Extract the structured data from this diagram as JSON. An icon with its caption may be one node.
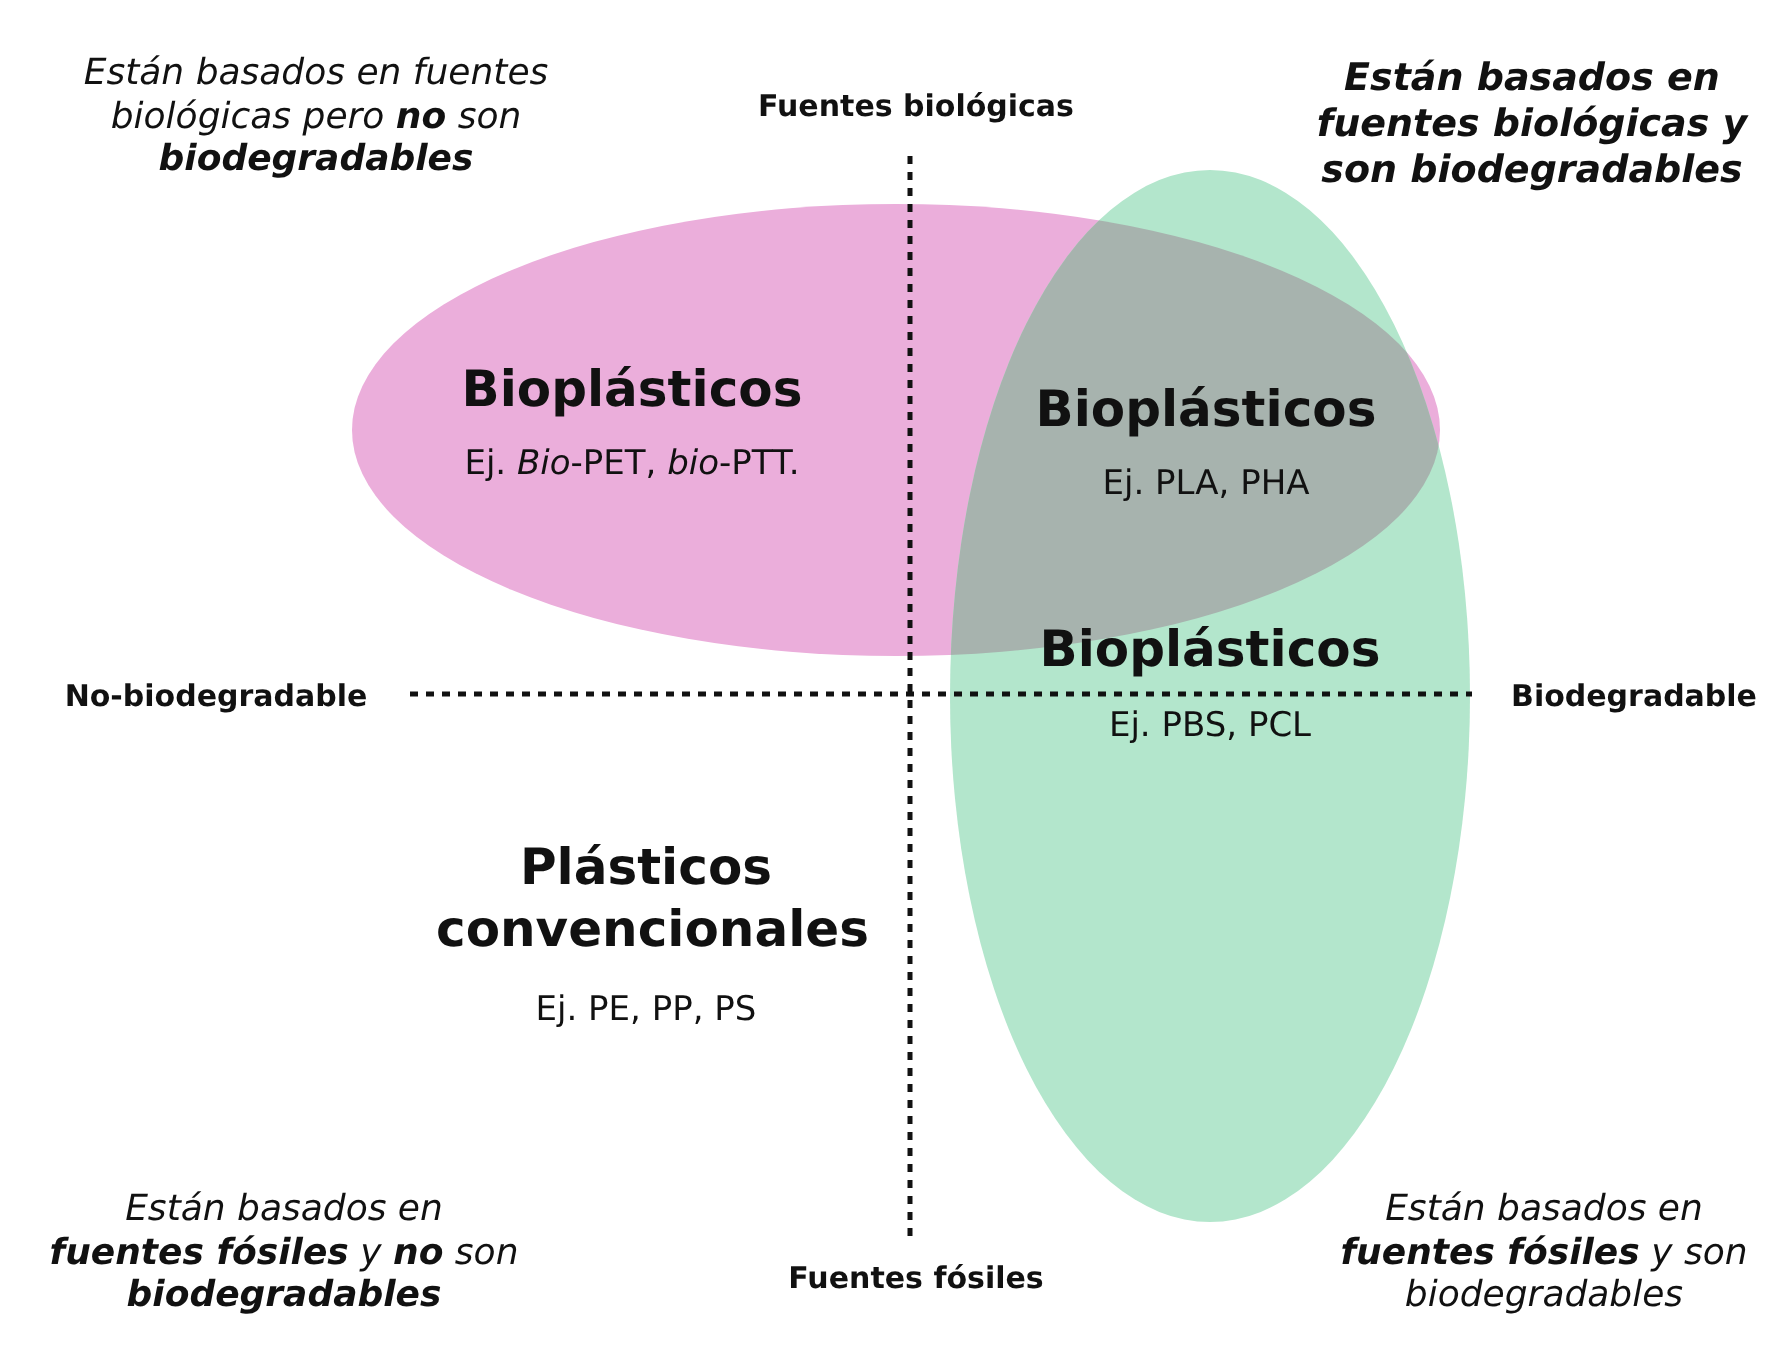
{
  "diagram": {
    "nodes": [
      {
        "text": [
          "Bioplásticos",
          "Ej. *Bio*-PET, *bio*-PTT."
        ]
      },
      {
        "text": [
          "Bioplásticos",
          "Ej. PBS, PCL"
        ]
      }
    ],
    "edges": [],
    "labels": [
      "Están basados en fuentes biológicas pero **no** son **biodegradables**",
      "Fuentes biológicas",
      "Están basados en fuentes biológicas y son biodegradables",
      "Bioplásticos",
      "Ej. PLA, PHA",
      "No-biodegradable",
      "Biodegradable",
      "Plásticos convencionales",
      "Ej. PE, PP, PS",
      "Están basados en **fuentes fósiles** y **no** son **biodegradables**",
      "Fuentes fósiles",
      "Están basados en **fuentes fósiles** y son biodegradables"
    ]
  }
}
